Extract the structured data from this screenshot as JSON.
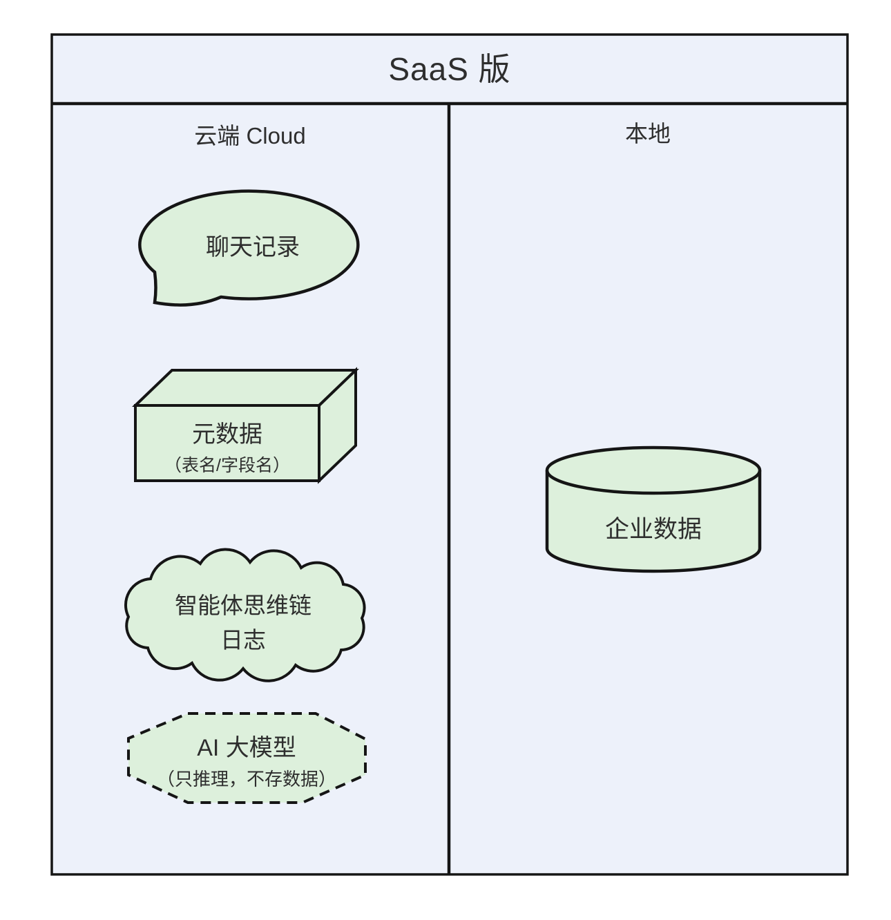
{
  "diagram": {
    "title": "SaaS 版",
    "left_column": {
      "header": "云端 Cloud",
      "shapes": [
        {
          "id": "chat-log",
          "type": "speech-bubble",
          "label": "聊天记录"
        },
        {
          "id": "metadata",
          "type": "box-3d",
          "label": "元数据",
          "sublabel": "（表名/字段名）"
        },
        {
          "id": "agent-cot-log",
          "type": "cloud",
          "label_line1": "智能体思维链",
          "label_line2": "日志"
        },
        {
          "id": "ai-llm",
          "type": "dashed-octagon",
          "label": "AI 大模型",
          "sublabel": "（只推理，不存数据）"
        }
      ]
    },
    "right_column": {
      "header": "本地",
      "shapes": [
        {
          "id": "enterprise-data",
          "type": "cylinder",
          "label": "企业数据"
        }
      ]
    },
    "colors": {
      "panel_bg": "#EDF1FA",
      "shape_fill": "#DDF0DC",
      "stroke": "#151515",
      "text": "#2e2e2e"
    }
  }
}
